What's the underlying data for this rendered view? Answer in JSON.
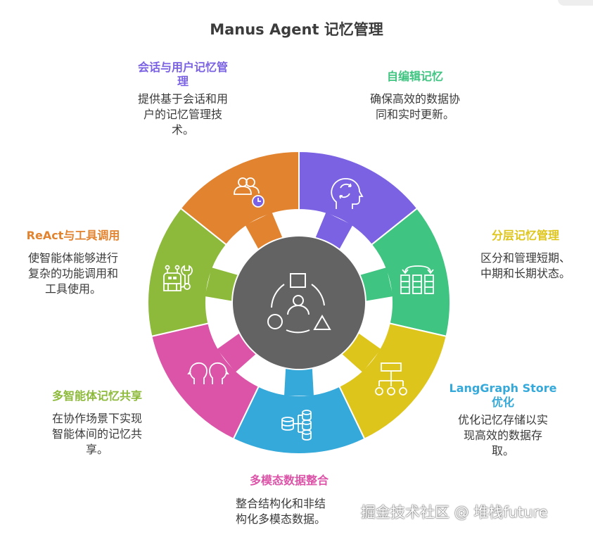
{
  "title": "Manus Agent 记忆管理",
  "colors": {
    "purple": "#7B62E3",
    "green": "#3FC481",
    "yellow": "#DEC51B",
    "blue": "#35A9DA",
    "pink": "#DC54A8",
    "lime": "#8DBA3B",
    "orange": "#E2832F",
    "center": "#636363",
    "text": "#3a3a3a"
  },
  "center": {
    "icon": "shapes-collaboration-icon"
  },
  "segments": [
    {
      "id": "session-user",
      "heading": "会话与用户记忆管理",
      "heading_line1": "会话与用户记忆管",
      "heading_line2": "理",
      "desc_line1": "提供基于会话和用",
      "desc_line2": "户的记忆管理技",
      "desc_line3": "术。",
      "color": "#7B62E3",
      "icon": "users-clock-icon"
    },
    {
      "id": "self-edit",
      "heading": "自编辑记忆",
      "desc_line1": "确保高效的数据协",
      "desc_line2": "同和实时更新。",
      "color": "#3FC481",
      "icon": "head-refresh-icon"
    },
    {
      "id": "layered",
      "heading": "分层记忆管理",
      "desc_line1": "区分和管理短期、",
      "desc_line2": "中期和长期状态。",
      "color": "#DEC51B",
      "icon": "columns-swap-icon"
    },
    {
      "id": "langgraph",
      "heading": "LangGraph Store 优化",
      "heading_line1": "LangGraph Store",
      "heading_line2": "优化",
      "desc_line1": "优化记忆存储以实",
      "desc_line2": "现高效的数据存",
      "desc_line3": "取。",
      "color": "#35A9DA",
      "icon": "hierarchy-icon"
    },
    {
      "id": "multimodal",
      "heading": "多模态数据整合",
      "desc_line1": "整合结构化和非结",
      "desc_line2": "构化多模态数据。",
      "color": "#DC54A8",
      "icon": "database-tree-icon"
    },
    {
      "id": "multi-agent",
      "heading": "多智能体记忆共享",
      "desc_line1": "在协作场景下实现",
      "desc_line2": "智能体间的记忆共",
      "desc_line3": "享。",
      "color": "#8DBA3B",
      "icon": "two-heads-icon"
    },
    {
      "id": "react-tools",
      "heading": "ReAct与工具调用",
      "desc_line1": "使智能体能够进行",
      "desc_line2": "复杂的功能调用和",
      "desc_line3": "工具使用。",
      "color": "#E2832F",
      "icon": "robot-wrench-icon"
    }
  ],
  "watermark": "掘金技术社区 @ 堆栈future"
}
